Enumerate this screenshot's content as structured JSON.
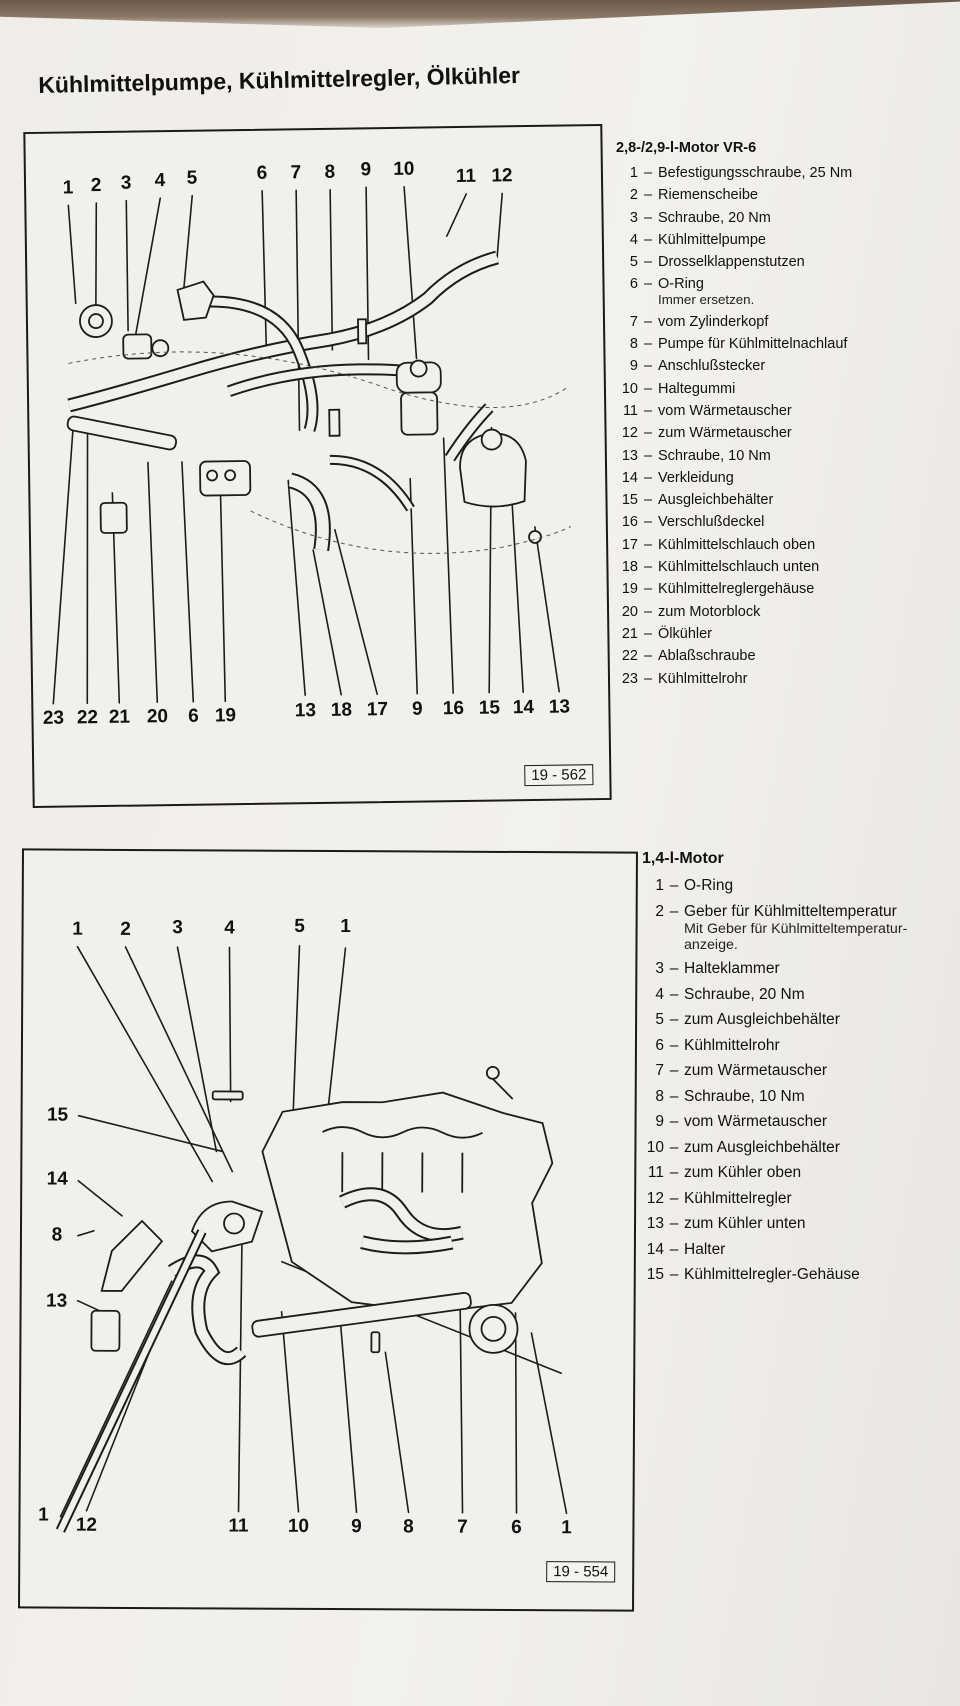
{
  "page": {
    "title": "Kühlmittelpumpe, Kühlmittelregler, Ölkühler"
  },
  "figure1": {
    "figure_number": "19 - 562",
    "top_callouts": [
      "1",
      "2",
      "3",
      "4",
      "5",
      "6",
      "7",
      "8",
      "9",
      "10",
      "11",
      "12"
    ],
    "bottom_callouts": [
      "23",
      "22",
      "21",
      "20",
      "6",
      "19",
      "13",
      "18",
      "17",
      "9",
      "16",
      "15",
      "14",
      "13"
    ]
  },
  "legend1": {
    "title": "2,8-/2,9-l-Motor VR-6",
    "items": [
      {
        "num": "1",
        "text": "Befestigungsschraube, 25 Nm"
      },
      {
        "num": "2",
        "text": "Riemenscheibe"
      },
      {
        "num": "3",
        "text": "Schraube, 20 Nm"
      },
      {
        "num": "4",
        "text": "Kühlmittelpumpe"
      },
      {
        "num": "5",
        "text": "Drosselklappenstutzen"
      },
      {
        "num": "6",
        "text": "O-Ring",
        "note": "Immer ersetzen."
      },
      {
        "num": "7",
        "text": "vom Zylinderkopf"
      },
      {
        "num": "8",
        "text": "Pumpe für Kühlmittelnachlauf"
      },
      {
        "num": "9",
        "text": "Anschlußstecker"
      },
      {
        "num": "10",
        "text": "Haltegummi"
      },
      {
        "num": "11",
        "text": "vom Wärmetauscher"
      },
      {
        "num": "12",
        "text": "zum Wärmetauscher"
      },
      {
        "num": "13",
        "text": "Schraube, 10 Nm"
      },
      {
        "num": "14",
        "text": "Verkleidung"
      },
      {
        "num": "15",
        "text": "Ausgleichbehälter"
      },
      {
        "num": "16",
        "text": "Verschlußdeckel"
      },
      {
        "num": "17",
        "text": "Kühlmittelschlauch oben"
      },
      {
        "num": "18",
        "text": "Kühlmittelschlauch unten"
      },
      {
        "num": "19",
        "text": "Kühlmittelreglergehäuse"
      },
      {
        "num": "20",
        "text": "zum Motorblock"
      },
      {
        "num": "21",
        "text": "Ölkühler"
      },
      {
        "num": "22",
        "text": "Ablaßschraube"
      },
      {
        "num": "23",
        "text": "Kühlmittelrohr"
      }
    ]
  },
  "figure2": {
    "figure_number": "19 - 554",
    "top_callouts": [
      "1",
      "2",
      "3",
      "4",
      "5",
      "1"
    ],
    "left_callouts": [
      "15",
      "14",
      "8",
      "13",
      "1"
    ],
    "bottom_callouts": [
      "12",
      "11",
      "10",
      "9",
      "8",
      "7",
      "6",
      "1"
    ]
  },
  "legend2": {
    "title": "1,4-l-Motor",
    "items": [
      {
        "num": "1",
        "text": "O-Ring"
      },
      {
        "num": "2",
        "text": "Geber für Kühlmitteltemperatur",
        "note": "Mit Geber für Kühlmitteltemperatur-anzeige."
      },
      {
        "num": "3",
        "text": "Halteklammer"
      },
      {
        "num": "4",
        "text": "Schraube, 20 Nm"
      },
      {
        "num": "5",
        "text": "zum Ausgleichbehälter"
      },
      {
        "num": "6",
        "text": "Kühlmittelrohr"
      },
      {
        "num": "7",
        "text": "zum Wärmetauscher"
      },
      {
        "num": "8",
        "text": "Schraube, 10 Nm"
      },
      {
        "num": "9",
        "text": "vom Wärmetauscher"
      },
      {
        "num": "10",
        "text": "zum Ausgleichbehälter"
      },
      {
        "num": "11",
        "text": "zum Kühler oben"
      },
      {
        "num": "12",
        "text": "Kühlmittelregler"
      },
      {
        "num": "13",
        "text": "zum Kühler unten"
      },
      {
        "num": "14",
        "text": "Halter"
      },
      {
        "num": "15",
        "text": "Kühlmittelregler-Gehäuse"
      }
    ]
  }
}
